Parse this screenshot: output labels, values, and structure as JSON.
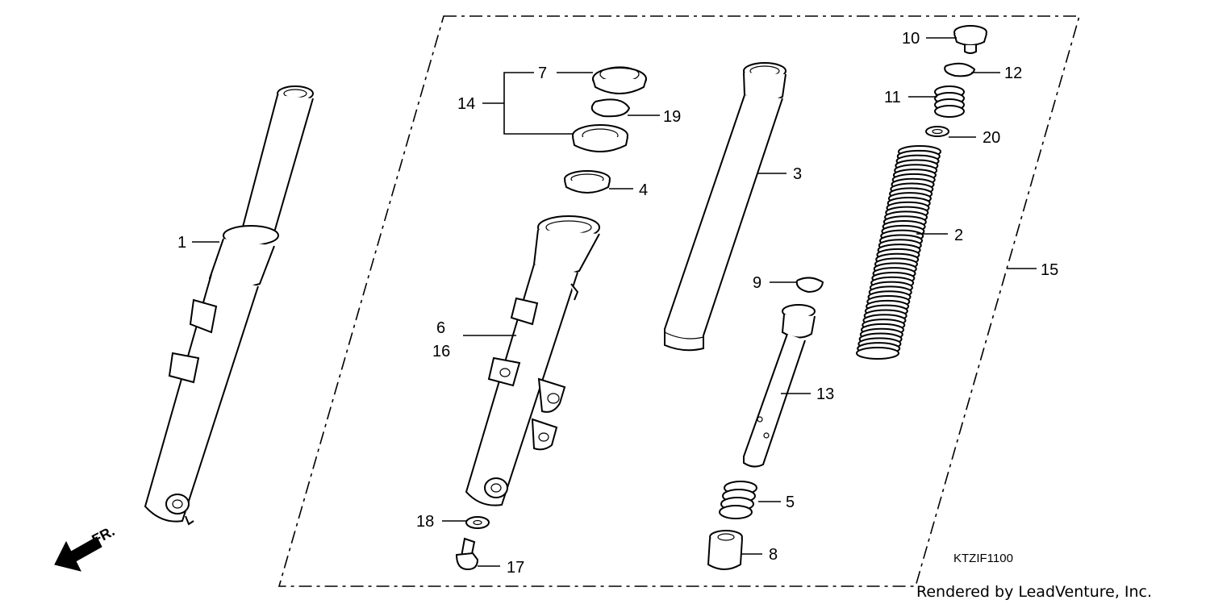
{
  "diagram_code": "KTZIF1100",
  "credit": "Rendered by LeadVenture, Inc.",
  "front_arrow_label": "FR.",
  "callouts": {
    "p1": "1",
    "p2": "2",
    "p3": "3",
    "p4": "4",
    "p5": "5",
    "p6": "6",
    "p7": "7",
    "p8": "8",
    "p9": "9",
    "p10": "10",
    "p11": "11",
    "p12": "12",
    "p13": "13",
    "p14": "14",
    "p15": "15",
    "p16": "16",
    "p17": "17",
    "p18": "18",
    "p19": "19",
    "p20": "20"
  }
}
